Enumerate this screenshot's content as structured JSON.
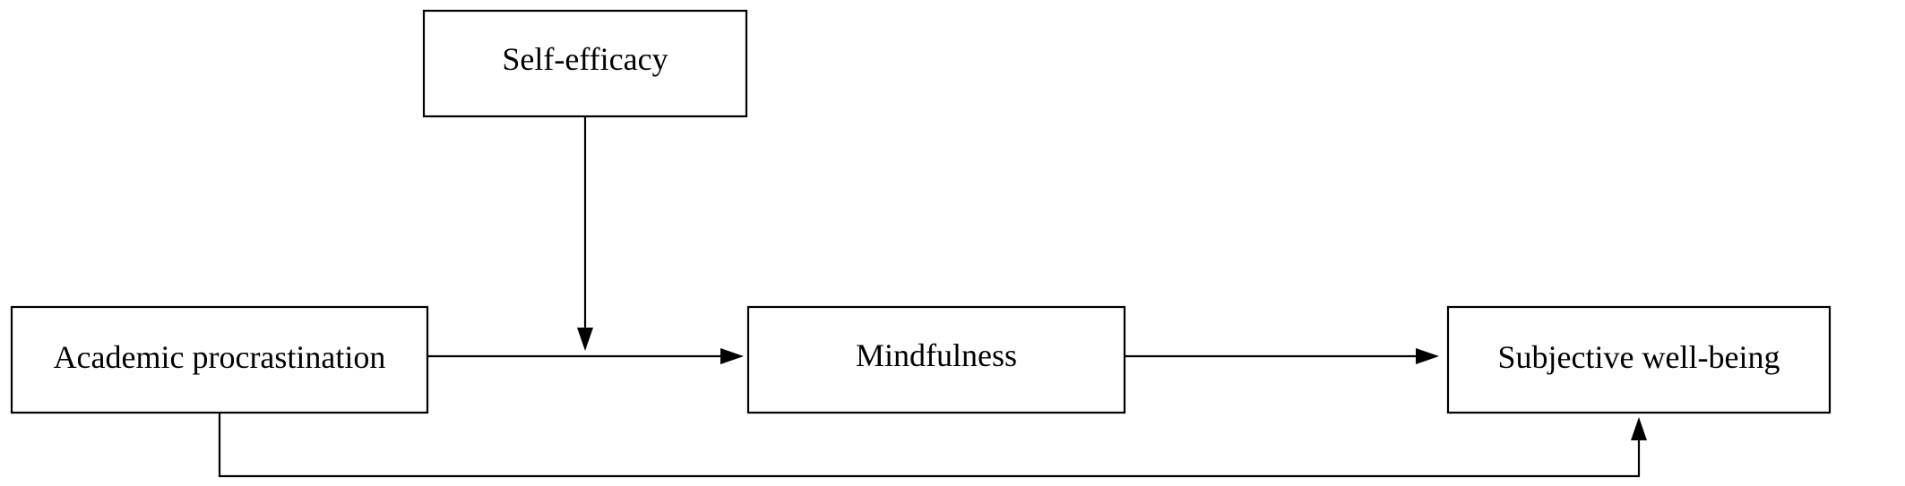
{
  "diagram": {
    "nodes": {
      "self_efficacy": "Self-efficacy",
      "academic_procrastination": "Academic procrastination",
      "mindfulness": "Mindfulness",
      "subjective_well_being": "Subjective well-being"
    },
    "edges": [
      {
        "from": "academic_procrastination",
        "to": "mindfulness"
      },
      {
        "from": "mindfulness",
        "to": "subjective_well_being"
      },
      {
        "from": "academic_procrastination",
        "to": "subjective_well_being"
      },
      {
        "from": "self_efficacy",
        "to": "academic_procrastination->mindfulness",
        "type": "moderation"
      }
    ]
  }
}
